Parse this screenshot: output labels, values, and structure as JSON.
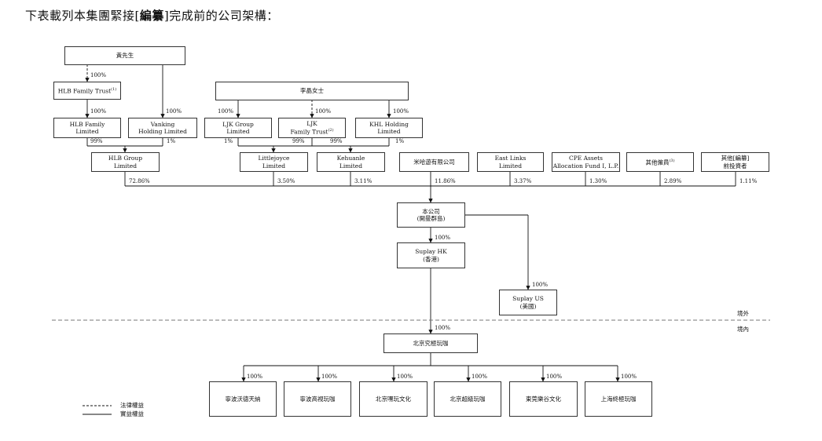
{
  "heading": {
    "pre": "下表載列本集團緊接[",
    "strong": "編纂",
    "post": "]完成前的公司架構："
  },
  "boxes": {
    "huang": "黃先生",
    "hlb_trust": "HLB Family Trust",
    "hlb_trust_note": "(1)",
    "hlb_family_l1": "HLB Family",
    "hlb_family_l2": "Limited",
    "vanking_l1": "Vanking",
    "vanking_l2": "Holding Limited",
    "li": "李晶女士",
    "ljk_group_l1": "LJK Group",
    "ljk_group_l2": "Limited",
    "ljk_trust_l1": "LJK",
    "ljk_trust_l2": "Family Trust",
    "ljk_trust_note": "(2)",
    "khl_l1": "KHL Holding",
    "khl_l2": "Limited",
    "hlb_group_l1": "HLB Group",
    "hlb_group_l2": "Limited",
    "littlejoyce_l1": "Littlejoyce",
    "littlejoyce_l2": "Limited",
    "kehuanle_l1": "Kehuanle",
    "kehuanle_l2": "Limited",
    "mihayou": "米哈遊有限公司",
    "eastlinks_l1": "East Links",
    "eastlinks_l2": "Limited",
    "cpe_l1": "CPE Assets",
    "cpe_l2": "Allocation Fund I, L.P.",
    "employees": "其他僱員",
    "employees_note": "(3)",
    "others_l1": "其他[編纂]",
    "others_l2": "前投資者",
    "company_l1": "本公司",
    "company_l2": "(開曼群島)",
    "suplay_hk_l1": "Suplay HK",
    "suplay_hk_l2": "(香港)",
    "suplay_us_l1": "Suplay US",
    "suplay_us_l2": "(美國)",
    "beijing": "北京究極玩咖",
    "sub1": "寧波沃德天納",
    "sub2": "寧波高視玩咖",
    "sub3": "北京嘿玩文化",
    "sub4": "北京超級玩咖",
    "sub5": "東莞樂谷文化",
    "sub6": "上海終極玩咖"
  },
  "percentages": {
    "huang_to_trust": "100%",
    "trust_to_hlbf": "100%",
    "huang_to_vanking": "100%",
    "hlbf_to_group": "99%",
    "vanking_to_group": "1%",
    "li_to_ljkg": "100%",
    "li_to_ljkt": "100%",
    "li_to_khl": "100%",
    "ljkg_to_little": "1%",
    "ljkt_to_little": "99%",
    "ljkt_to_kehuanle": "99%",
    "khl_to_kehuanle": "1%",
    "hlbg_to_co": "72.86%",
    "little_to_co": "3.50%",
    "kehuanle_to_co": "3.11%",
    "mihayou_to_co": "11.86%",
    "eastlinks_to_co": "3.37%",
    "cpe_to_co": "1.30%",
    "employees_to_co": "2.89%",
    "others_to_co": "1.11%",
    "co_to_hk": "100%",
    "co_to_us": "100%",
    "hk_to_bj": "100%",
    "bj_to_s1": "100%",
    "bj_to_s2": "100%",
    "bj_to_s3": "100%",
    "bj_to_s4": "100%",
    "bj_to_s5": "100%",
    "bj_to_s6": "100%"
  },
  "zones": {
    "offshore": "境外",
    "onshore": "境內"
  },
  "legend": {
    "legal": "法律權益",
    "beneficial": "實益權益"
  },
  "colors": {
    "line": "#111111",
    "border": "#333333",
    "offshore_divider": "#777777"
  }
}
